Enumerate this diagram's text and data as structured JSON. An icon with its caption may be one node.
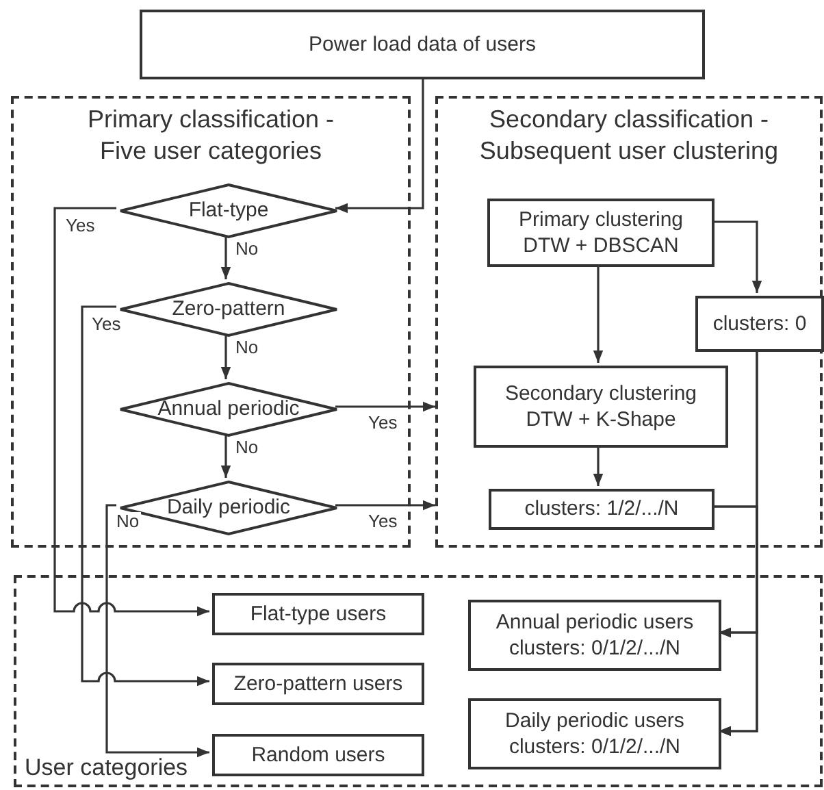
{
  "diagram": {
    "nodes": [
      {
        "text": [
          "Power load data of users"
        ]
      },
      {
        "text": [
          "Primary classification - Five user categories"
        ]
      },
      {
        "text": [
          "Secondary classification - Subsequent user clustering"
        ]
      },
      {
        "text": [
          "User categories"
        ]
      },
      {
        "text": [
          "Flat-type"
        ],
        "in": 1
      },
      {
        "text": [
          "Zero-pattern"
        ],
        "in": 1
      },
      {
        "text": [
          "Annual periodic"
        ],
        "in": 1
      },
      {
        "text": [
          "Daily periodic"
        ],
        "in": 1
      },
      {
        "text": [
          "Primary clustering",
          "DTW + DBSCAN"
        ],
        "in": 2
      },
      {
        "text": [
          "clusters: 0"
        ],
        "in": 2
      },
      {
        "text": [
          "Secondary clustering",
          "DTW + K-Shape"
        ],
        "in": 2
      },
      {
        "text": [
          "clusters: 1/2/.../N"
        ],
        "in": 2
      },
      {
        "text": [
          "Flat-type users"
        ],
        "in": 3
      },
      {
        "text": [
          "Zero-pattern users"
        ],
        "in": 3
      },
      {
        "text": [
          "Random users"
        ],
        "in": 3
      },
      {
        "text": [
          "Annual periodic users",
          "clusters: 0/1/2/.../N"
        ],
        "in": 3
      },
      {
        "text": [
          "Daily periodic users",
          "clusters: 0/1/2/.../N"
        ],
        "in": 3
      }
    ],
    "edges": [
      {
        "from": 0,
        "to": 4,
        "arrow": "to"
      },
      {
        "from": 4,
        "to": 5,
        "arrow": "to",
        "label": "No"
      },
      {
        "from": 5,
        "to": 6,
        "arrow": "to",
        "label": "No"
      },
      {
        "from": 6,
        "to": 7,
        "arrow": "to",
        "label": "No"
      },
      {
        "from": 4,
        "to": 12,
        "arrow": "to",
        "label": "Yes"
      },
      {
        "from": 5,
        "to": 13,
        "arrow": "to",
        "label": "Yes"
      },
      {
        "from": 7,
        "to": 14,
        "arrow": "to",
        "label": "No"
      },
      {
        "from": 6,
        "to": 2,
        "arrow": "to",
        "label": "Yes"
      },
      {
        "from": 7,
        "to": 2,
        "arrow": "to",
        "label": "Yes"
      },
      {
        "from": 8,
        "to": 10,
        "arrow": "to"
      },
      {
        "from": 8,
        "to": 9,
        "arrow": "to"
      },
      {
        "from": 10,
        "to": 11,
        "arrow": "to"
      },
      {
        "from": 9,
        "to": 15,
        "arrow": "to"
      },
      {
        "from": 9,
        "to": 16,
        "arrow": "to"
      },
      {
        "from": 11,
        "to": 15,
        "arrow": "to"
      },
      {
        "from": 11,
        "to": 16,
        "arrow": "to"
      }
    ]
  }
}
